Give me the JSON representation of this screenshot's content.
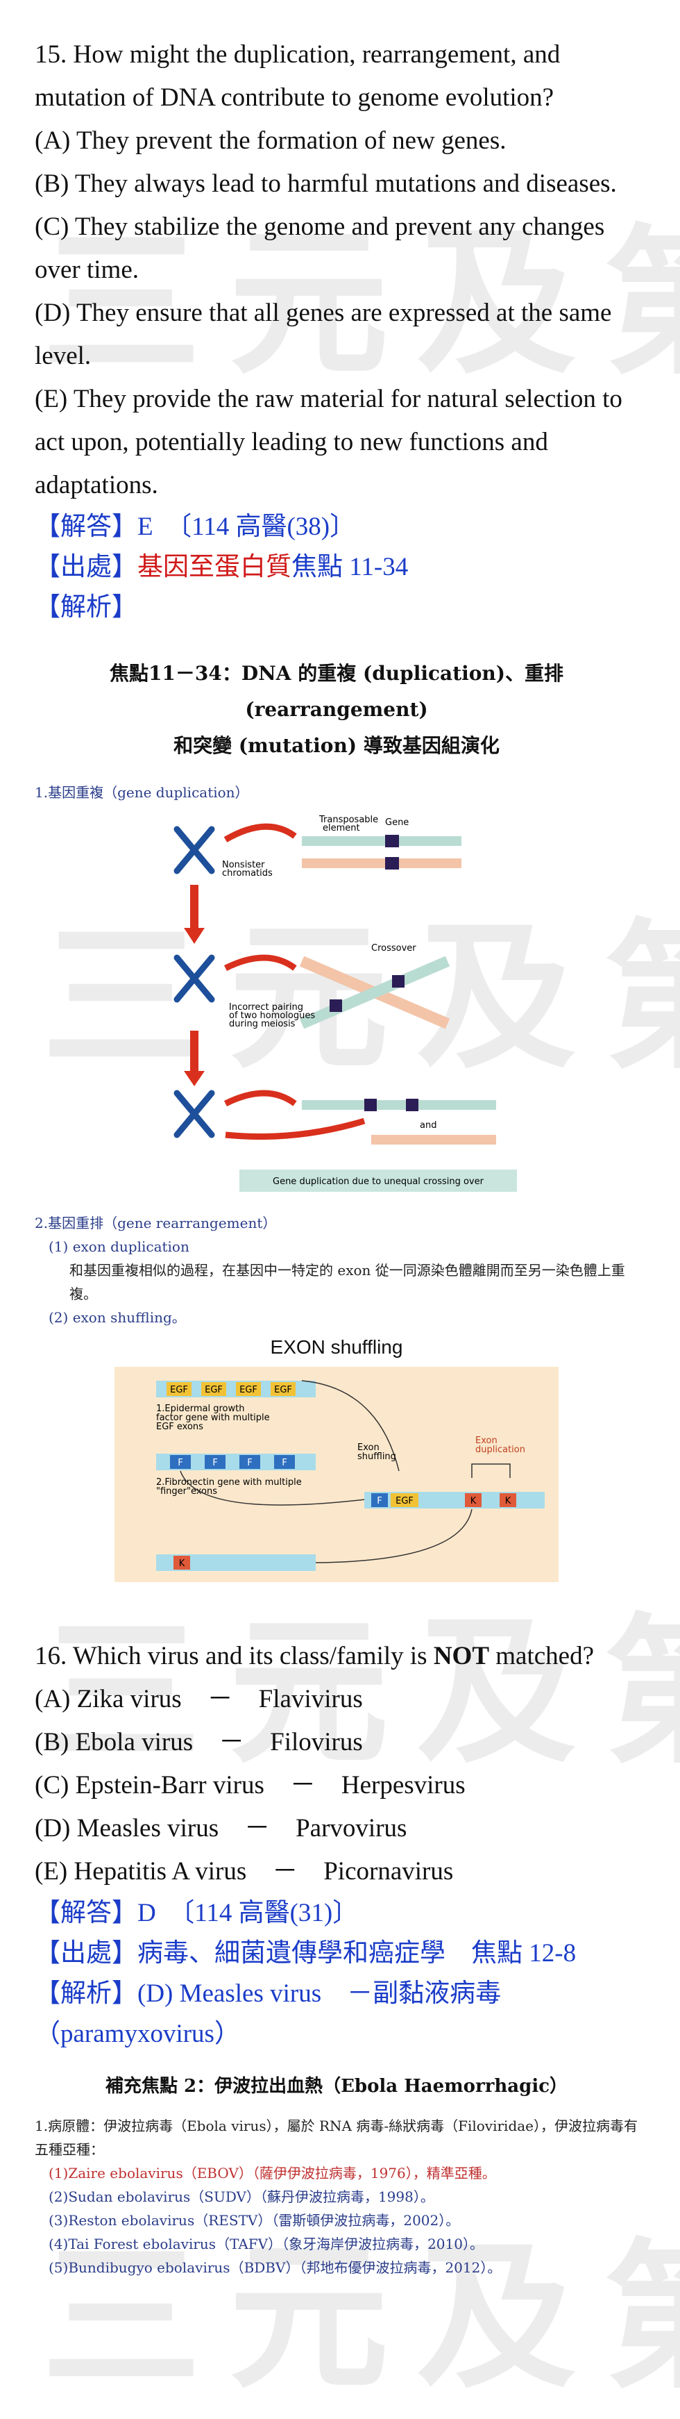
{
  "q15": {
    "question": "15. How might the duplication, rearrangement, and mutation of DNA contribute to genome evolution?",
    "options": [
      "(A) They prevent the formation of new genes.",
      "(B) They always lead to harmful mutations and diseases.",
      "(C) They stabilize the genome and prevent any changes over time.",
      "(D) They ensure that all genes are expressed at the same level.",
      "(E) They provide the raw material for natural selection to act upon, potentially leading to new functions and adaptations."
    ],
    "answer_label": "【解答】",
    "answer": "E　〔114 高醫(38)〕",
    "source_label": "【出處】",
    "source_red": "基因至蛋白質",
    "source_rest": "焦點 11-34",
    "analysis_label": "【解析】",
    "figure_title_line1": "焦點11－34：DNA 的重複 (duplication)、重排 (rearrangement)",
    "figure_title_line2": "和突變 (mutation) 導致基因組演化",
    "sec1": "1.基因重複（gene duplication）",
    "fig1_labels": {
      "transposable": "Transposable element",
      "gene": "Gene",
      "nonsister": "Nonsister chromatids",
      "crossover": "Crossover",
      "incorrect": "Incorrect pairing of two homologues during meiosis",
      "and": "and",
      "caption": "Gene duplication due to unequal crossing over"
    },
    "sec2": "2.基因重排（gene rearrangement）",
    "sec2_1": "(1) exon duplication",
    "sec2_1_text": "和基因重複相似的過程，在基因中一特定的 exon 從一同源染色體離開而至另一染色體上重複。",
    "sec2_2": "(2) exon shuffling。",
    "fig2_labels": {
      "title": "EXON shuffling",
      "egf": "EGF",
      "f": "F",
      "k": "K",
      "egf_gene": "1.Epidermal growth factor gene with multiple EGF exons",
      "fib_gene": "2.Fibronectin gene with multiple \"finger\"exons",
      "exon_shuffling": "Exon shuffling",
      "exon_dup": "Exon duplication"
    }
  },
  "q16": {
    "question_pre": "16. Which virus and its class/family is ",
    "question_bold": "NOT",
    "question_post": " matched?",
    "options": [
      "(A) Zika virus　－　Flavivirus",
      "(B) Ebola virus　－　Filovirus",
      "(C) Epstein-Barr virus　－　Herpesvirus",
      "(D) Measles virus　－　Parvovirus",
      "(E) Hepatitis A virus　－　Picornavirus"
    ],
    "answer_label": "【解答】",
    "answer": "D　〔114 高醫(31)〕",
    "source_label": "【出處】",
    "source": "病毒、細菌遺傳學和癌症學　焦點 12-8",
    "analysis_label": "【解析】",
    "analysis": "(D) Measles virus　－副黏液病毒",
    "analysis2": "（paramyxovirus）",
    "supp_title": "補充焦點 2：伊波拉出血熱（Ebola Haemorrhagic）",
    "supp_intro": "1.病原體：伊波拉病毒（Ebola virus），屬於 RNA 病毒-絲狀病毒（Filoviridae），伊波拉病毒有五種亞種：",
    "supp_items": [
      "(1)Zaire ebolavirus（EBOV）（薩伊伊波拉病毒，1976），精準亞種。",
      "(2)Sudan ebolavirus（SUDV）（蘇丹伊波拉病毒，1998）。",
      "(3)Reston ebolavirus（RESTV）（雷斯頓伊波拉病毒，2002）。",
      "(4)Tai Forest ebolavirus（TAFV）（象牙海岸伊波拉病毒，2010）。",
      "(5)Bundibugyo ebolavirus（BDBV）（邦地布優伊波拉病毒，2012）。"
    ]
  },
  "watermark": "三元及第"
}
